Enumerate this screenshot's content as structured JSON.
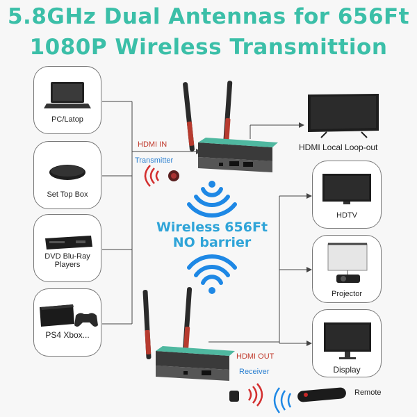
{
  "title": {
    "line1": "5.8GHz Dual Antennas for 656Ft",
    "line2": "1080P Wireless Transmittion"
  },
  "sources": [
    {
      "label": "PC/Latop",
      "icon": "laptop-icon"
    },
    {
      "label": "Set Top Box",
      "icon": "set-top-box-icon"
    },
    {
      "label_line1": "DVD Blu-Ray",
      "label_line2": "Players",
      "icon": "dvd-player-icon"
    },
    {
      "label": "PS4 Xbox...",
      "icon": "game-console-icon"
    }
  ],
  "outputs": [
    {
      "label": "HDTV",
      "icon": "tv-icon"
    },
    {
      "label": "Projector",
      "icon": "projector-icon"
    },
    {
      "label": "Display",
      "icon": "monitor-icon"
    }
  ],
  "loopout": {
    "label": "HDMI Local Loop-out",
    "icon": "tv-icon"
  },
  "transmitter": {
    "hdmi_label": "HDMI IN",
    "name": "Transmitter"
  },
  "receiver": {
    "hdmi_label": "HDMI OUT",
    "name": "Receiver"
  },
  "wireless": {
    "line1": "Wireless 656Ft",
    "line2": "NO barrier"
  },
  "remote": {
    "label": "Remote"
  },
  "colors": {
    "title": "#3bbfa8",
    "wireless_text": "#2fa4d8",
    "signal_blue": "#1e88e5",
    "signal_red": "#d32f2f",
    "hdmi_in": "#c0392b",
    "device_label": "#2a7fd0"
  }
}
